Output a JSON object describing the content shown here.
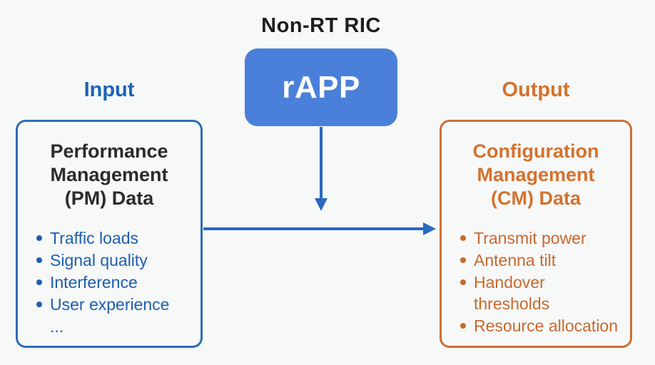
{
  "colors": {
    "bg": "#f7f8f8",
    "ink": "#1d1d1f",
    "rapp-fill": "#4a80d9",
    "rapp-text": "#fdfdfd",
    "blue-heading": "#1c63b8",
    "blue-border": "#2e6db6",
    "blue-text": "#1e5fae",
    "dark-heading": "#2b2b2e",
    "orange-heading": "#d4722e",
    "orange-border": "#cd6f34",
    "orange-text": "#c8692e",
    "arrow": "#2b68c0"
  },
  "diagram": {
    "title": "Non-RT RIC",
    "rapp_label": "rAPP"
  },
  "input_section": {
    "label": "Input",
    "box_heading": "Performance\nManagement\n(PM) Data",
    "items": [
      "Traffic loads",
      "Signal quality",
      "Interference",
      "User experience",
      "..."
    ]
  },
  "output_section": {
    "label": "Output",
    "box_heading": "Configuration\nManagement\n(CM) Data",
    "items": [
      "Transmit power",
      "Antenna tilt",
      "Handover\nthresholds",
      "Resource allocation"
    ]
  }
}
